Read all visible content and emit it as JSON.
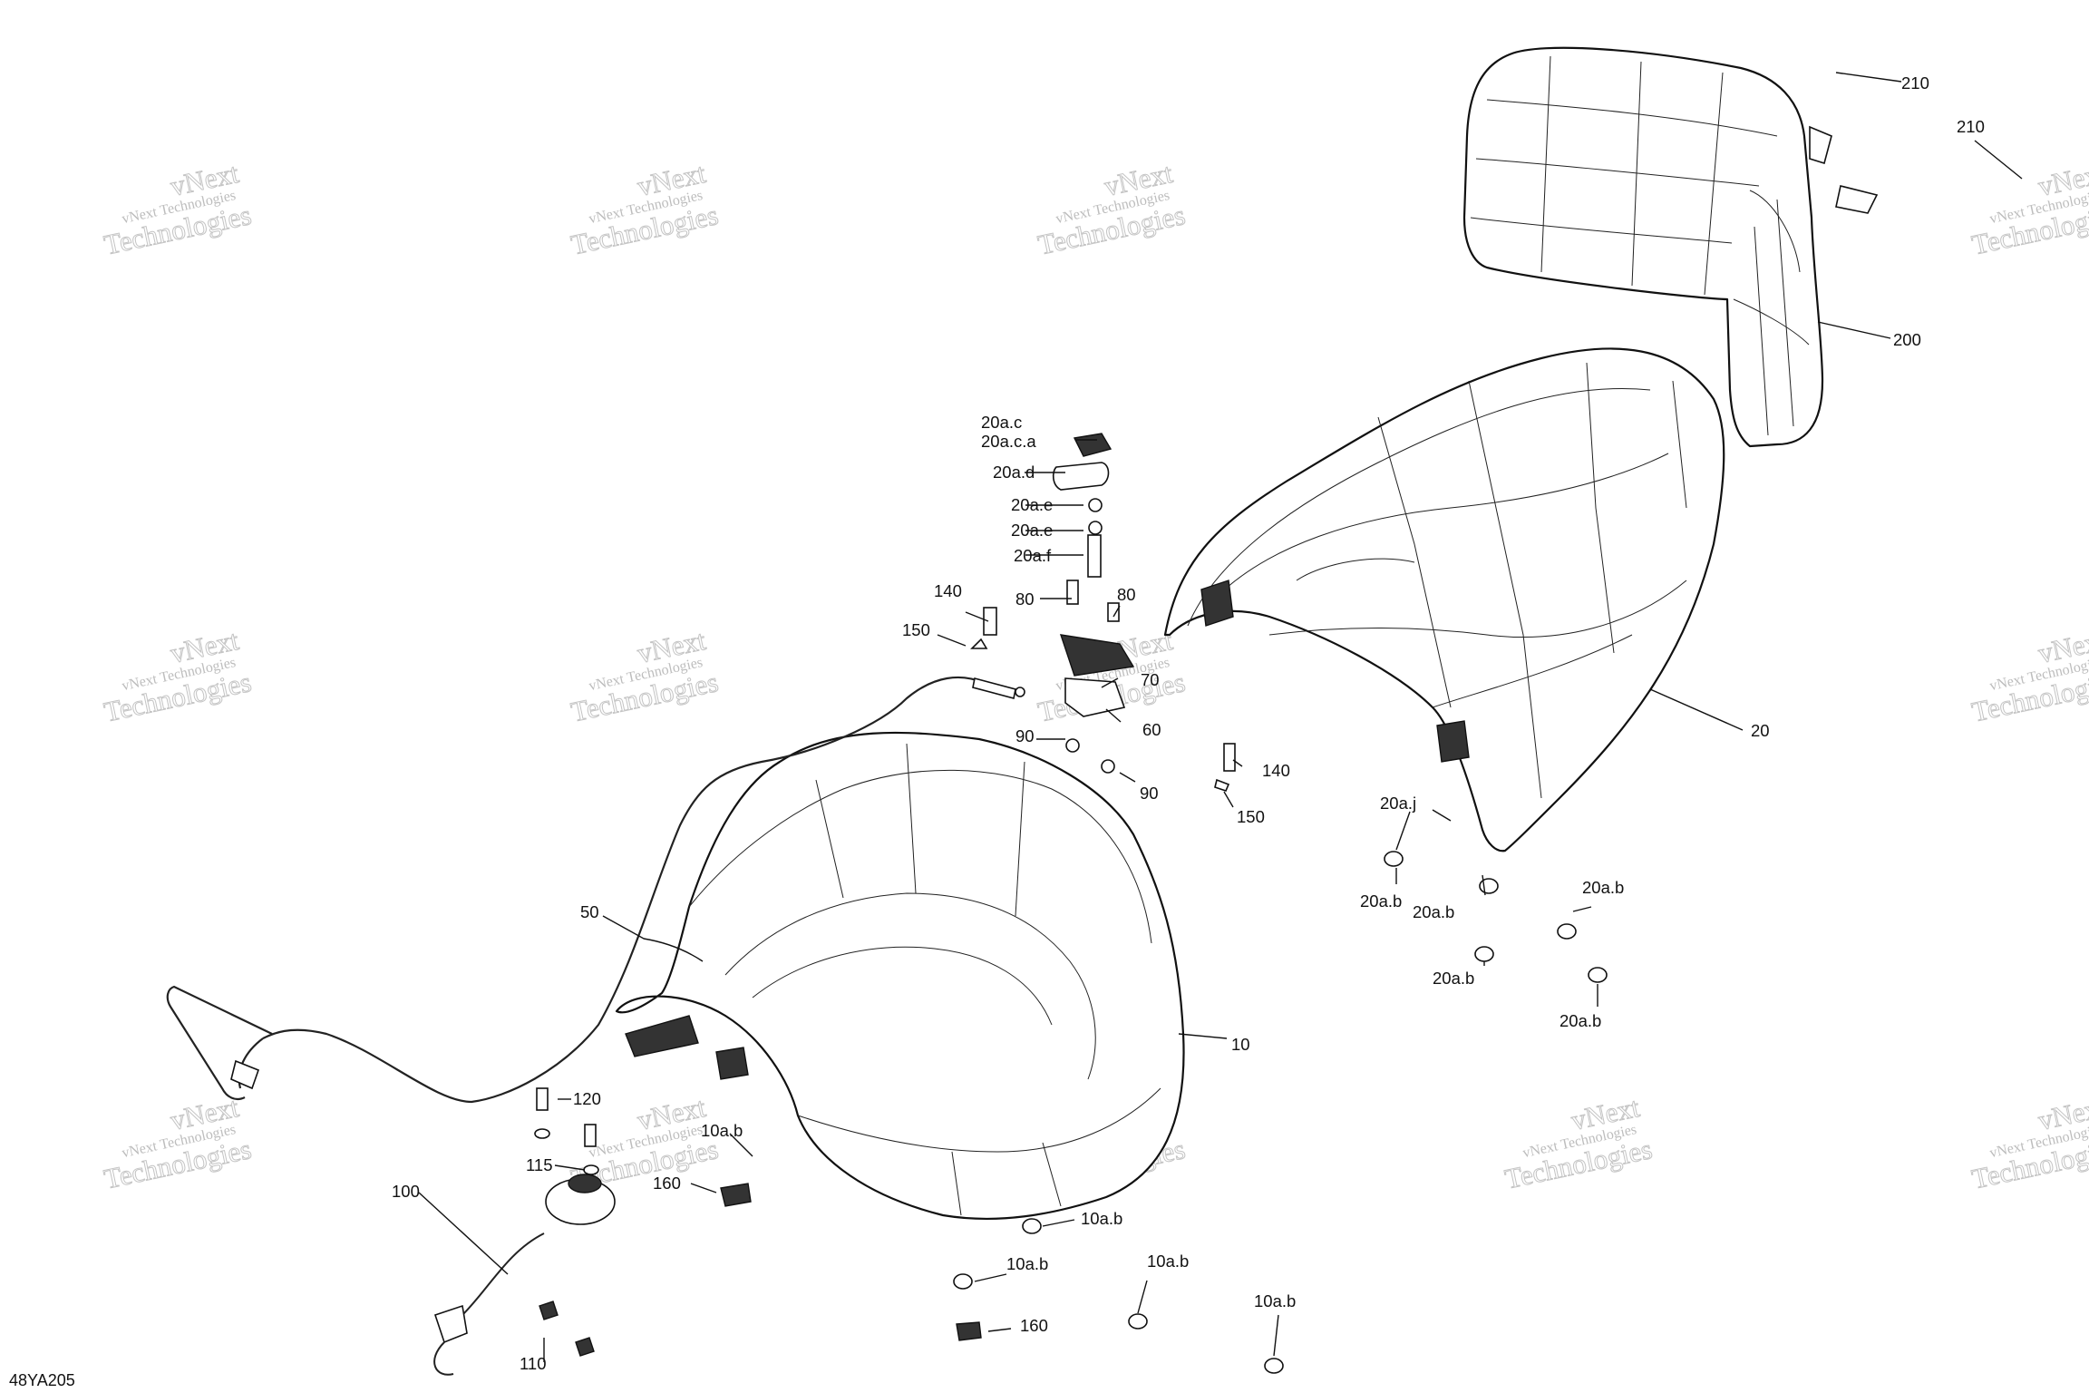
{
  "drawing": {
    "code": "48YA205",
    "watermark": {
      "line1": "vNext Technologies",
      "line2": "Technologies",
      "line3": "vNext"
    }
  },
  "callouts": [
    {
      "id": "c-210-top",
      "label": "210"
    },
    {
      "id": "c-210-right",
      "label": "210"
    },
    {
      "id": "c-200",
      "label": "200"
    },
    {
      "id": "c-20a-c",
      "label": "20a.c"
    },
    {
      "id": "c-20a-c-a",
      "label": "20a.c.a"
    },
    {
      "id": "c-20a-d",
      "label": "20a.d"
    },
    {
      "id": "c-20a-e-1",
      "label": "20a.e"
    },
    {
      "id": "c-20a-e-2",
      "label": "20a.e"
    },
    {
      "id": "c-20a-f",
      "label": "20a.f"
    },
    {
      "id": "c-140-left",
      "label": "140"
    },
    {
      "id": "c-80-left",
      "label": "80"
    },
    {
      "id": "c-80-right",
      "label": "80"
    },
    {
      "id": "c-150-left",
      "label": "150"
    },
    {
      "id": "c-70",
      "label": "70"
    },
    {
      "id": "c-60",
      "label": "60"
    },
    {
      "id": "c-90-left",
      "label": "90"
    },
    {
      "id": "c-90-right",
      "label": "90"
    },
    {
      "id": "c-140-right",
      "label": "140"
    },
    {
      "id": "c-150-right",
      "label": "150"
    },
    {
      "id": "c-20",
      "label": "20"
    },
    {
      "id": "c-20a-j",
      "label": "20a.j"
    },
    {
      "id": "c-20a-b-1",
      "label": "20a.b"
    },
    {
      "id": "c-20a-b-2",
      "label": "20a.b"
    },
    {
      "id": "c-20a-b-3",
      "label": "20a.b"
    },
    {
      "id": "c-20a-b-4",
      "label": "20a.b"
    },
    {
      "id": "c-20a-b-5",
      "label": "20a.b"
    },
    {
      "id": "c-50",
      "label": "50"
    },
    {
      "id": "c-10",
      "label": "10"
    },
    {
      "id": "c-120",
      "label": "120"
    },
    {
      "id": "c-115",
      "label": "115"
    },
    {
      "id": "c-10a-b-1",
      "label": "10a.b"
    },
    {
      "id": "c-160-left",
      "label": "160"
    },
    {
      "id": "c-100",
      "label": "100"
    },
    {
      "id": "c-10a-b-2",
      "label": "10a.b"
    },
    {
      "id": "c-10a-b-3",
      "label": "10a.b"
    },
    {
      "id": "c-10a-b-4",
      "label": "10a.b"
    },
    {
      "id": "c-10a-b-5",
      "label": "10a.b"
    },
    {
      "id": "c-160-right",
      "label": "160"
    },
    {
      "id": "c-110",
      "label": "110"
    }
  ]
}
